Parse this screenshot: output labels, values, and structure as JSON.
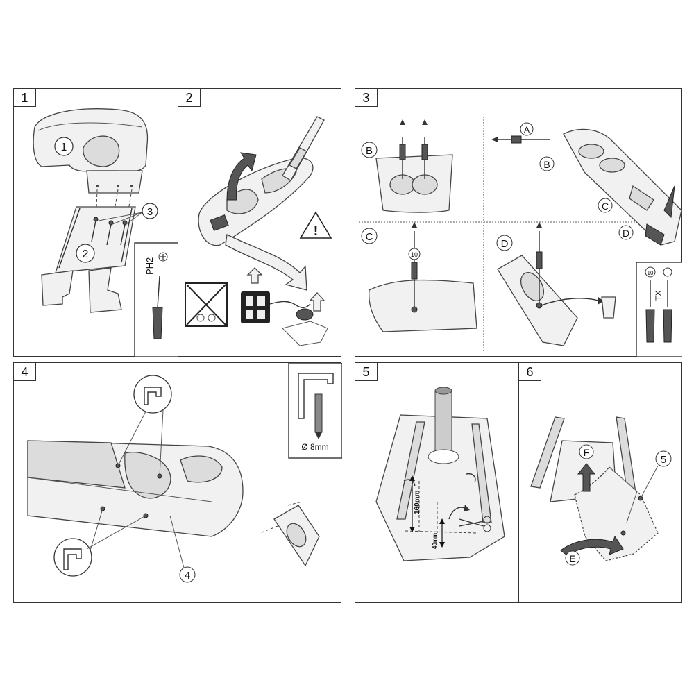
{
  "panels": [
    {
      "number": "1"
    },
    {
      "number": "2"
    },
    {
      "number": "3"
    },
    {
      "number": "4"
    },
    {
      "number": "5"
    },
    {
      "number": "6"
    }
  ],
  "panel1": {
    "callout_1": "1",
    "callout_2": "2",
    "callout_3": "3",
    "tool_label": "PH2"
  },
  "panel3": {
    "label_a": "A",
    "label_b": "B",
    "label_c": "C",
    "label_d": "D",
    "torque_10": "10",
    "tool_label": "TX"
  },
  "panel4": {
    "drill_label": "Ø 8mm",
    "callout_4": "4"
  },
  "panel5": {
    "measure_160": "160mm",
    "measure_40": "40mm"
  },
  "panel6": {
    "label_e": "E",
    "label_f": "F",
    "callout_5": "5"
  }
}
